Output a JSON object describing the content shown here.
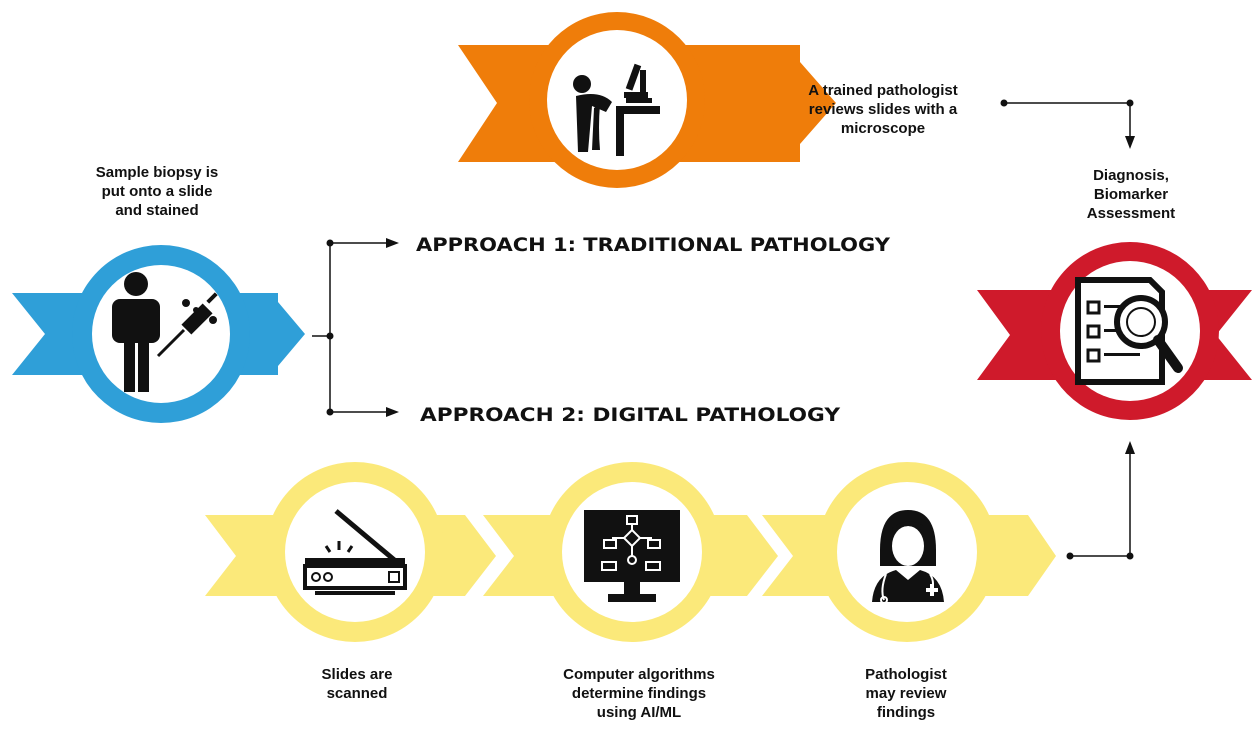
{
  "colors": {
    "blue": "#2f9fd8",
    "orange": "#ef7d0a",
    "red": "#cf1a2b",
    "yellow": "#fbe97a",
    "ink": "#111111"
  },
  "steps": {
    "sample": {
      "lines": [
        "Sample biopsy is",
        "put onto a slide",
        "and stained"
      ],
      "icon": "person-syringe-icon"
    },
    "traditional": {
      "lines": [
        "A trained pathologist",
        "reviews slides with a",
        "microscope"
      ],
      "icon": "microscope-icon"
    },
    "diagnosis": {
      "lines": [
        "Diagnosis,",
        "Biomarker",
        "Assessment"
      ],
      "icon": "report-magnifier-icon"
    },
    "scan": {
      "lines": [
        "Slides are",
        "scanned"
      ],
      "icon": "scanner-icon"
    },
    "algorithm": {
      "lines": [
        "Computer algorithms",
        "determine findings",
        "using AI/ML"
      ],
      "icon": "computer-flowchart-icon"
    },
    "review": {
      "lines": [
        "Pathologist",
        "may review",
        "findings"
      ],
      "icon": "doctor-icon"
    }
  },
  "approaches": {
    "approach1": "APPROACH 1: TRADITIONAL PATHOLOGY",
    "approach2": "APPROACH 2: DIGITAL PATHOLOGY"
  }
}
